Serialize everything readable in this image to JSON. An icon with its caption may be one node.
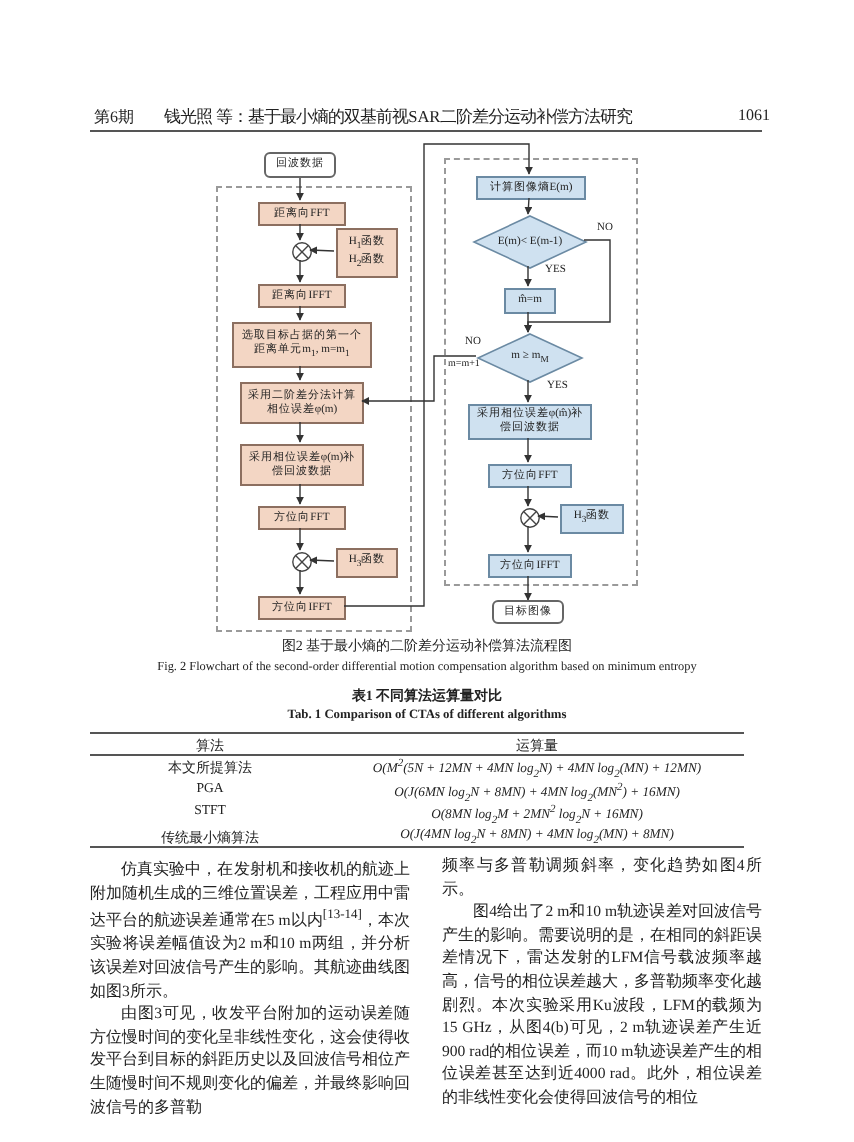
{
  "diagram": {
    "caption": "图2 基于最小熵的二阶差分运动补偿算法流程图",
    "nodes": [
      {
        "text": [
          "回波数据"
        ]
      },
      {
        "text": [],
        "shape": "box"
      },
      {
        "text": [
          "距离向FFT"
        ],
        "in": 1
      },
      {
        "text": [],
        "shape": "circle",
        "in": 1
      },
      {
        "text": [
          "H$_{1}$函数",
          "H$_{2}$函数"
        ],
        "in": 1
      },
      {
        "text": [
          "距离向IFFT"
        ],
        "in": 1
      },
      {
        "text": [
          "选取目标占据的第一个距离单元m$_{1}$, m=m$_{1}$"
        ],
        "in": 1
      },
      {
        "text": [
          "采用二阶差分法计算相位误差φ(m)"
        ],
        "in": 1
      },
      {
        "text": [
          "采用相位误差φ(m)补偿回波数据"
        ],
        "in": 1
      },
      {
        "text": [
          "方位向FFT"
        ],
        "in": 1
      },
      {
        "text": [],
        "shape": "circle",
        "in": 1
      },
      {
        "text": [
          "H$_{3}$函数"
        ],
        "in": 1
      },
      {
        "text": [
          "方位向IFFT"
        ],
        "in": 1
      },
      {
        "text": [],
        "shape": "box"
      },
      {
        "text": [
          "计算图像熵E(m)"
        ],
        "in": 13
      },
      {
        "text": [
          "E(m)< E(m-1)"
        ],
        "in": 13
      },
      {
        "text": [
          "m̂=m"
        ],
        "in": 13
      },
      {
        "text": [
          "m ≥ m$_{M}$"
        ],
        "in": 13
      },
      {
        "text": [
          "采用相位误差φ(m̂)补偿回波数据"
        ],
        "in": 13
      },
      {
        "text": [
          "方位向FFT"
        ],
        "in": 13
      },
      {
        "text": [],
        "shape": "circle",
        "in": 13
      },
      {
        "text": [
          "H$_{3}$函数"
        ],
        "in": 13
      },
      {
        "text": [
          "方位向IFFT"
        ],
        "in": 13
      },
      {
        "text": [
          "目标图像"
        ]
      }
    ],
    "edges": [
      {
        "from": 0,
        "to": 2,
        "arrow": "to"
      },
      {
        "from": 2,
        "to": 3,
        "arrow": "to"
      },
      {
        "from": 4,
        "to": 3,
        "arrow": "to"
      },
      {
        "from": 3,
        "to": 5,
        "arrow": "to"
      },
      {
        "from": 5,
        "to": 6,
        "arrow": "to"
      },
      {
        "from": 6,
        "to": 7,
        "arrow": "to"
      },
      {
        "from": 7,
        "to": 8,
        "arrow": "to"
      },
      {
        "from": 8,
        "to": 9,
        "arrow": "to"
      },
      {
        "from": 9,
        "to": 10,
        "arrow": "to"
      },
      {
        "from": 11,
        "to": 10,
        "arrow": "to"
      },
      {
        "from": 10,
        "to": 12,
        "arrow": "to"
      },
      {
        "from": 12,
        "to": 14,
        "arrow": "to"
      },
      {
        "from": 14,
        "to": 15,
        "arrow": "to"
      },
      {
        "from": 15,
        "to": 16,
        "arrow": "to",
        "label": "YES"
      },
      {
        "from": 15,
        "to": 17,
        "arrow": "to",
        "label": "NO"
      },
      {
        "from": 16,
        "to": 17,
        "arrow": "to"
      },
      {
        "from": 17,
        "to": 7,
        "arrow": "to",
        "label": "NO"
      },
      {
        "from": 17,
        "to": 18,
        "arrow": "to",
        "label": "YES"
      },
      {
        "from": 18,
        "to": 19,
        "arrow": "to"
      },
      {
        "from": 19,
        "to": 20,
        "arrow": "to"
      },
      {
        "from": 21,
        "to": 20,
        "arrow": "to"
      },
      {
        "from": 20,
        "to": 22,
        "arrow": "to"
      },
      {
        "from": 22,
        "to": 23,
        "arrow": "to"
      }
    ],
    "labels": [
      "第6期",
      "钱光照 等：基于最小熵的双基前视SAR二阶差分运动补偿方法研究",
      "1061",
      "m=m+1",
      "Fig. 2 Flowchart of the second-order differential motion compensation algorithm based on minimum entropy",
      "表1 不同算法运算量对比",
      "Tab. 1 Comparison of CTAs of different algorithms",
      "算法",
      "运算量",
      "本文所提算法",
      "O(M$^{2}$(5N + 12MN + 4MN log$_{2}$N) + 4MN log$_{2}$(MN) + 12MN)",
      "PGA",
      "O(J(6MN log$_{2}$N + 8MN) + 4MN log$_{2}$(MN$^{2}$) + 16MN)",
      "STFT",
      "O(8MN log$_{2}$M + 2MN$^{2}$ log$_{2}$N + 16MN)",
      "传统最小熵算法",
      "O(J(4MN log$_{2}$N + 8MN) + 4MN log$_{2}$(MN) + 8MN)",
      "仿真实验中，在发射机和接收机的航迹上附加随机生成的三维位置误差，工程应用中雷达平台的航迹误差通常在5 m以内$^{[13-14]}$，本次实验将误差幅值设为2 m和10 m两组，并分析该误差对回波信号产生的影响。其航迹曲线图如图3所示。",
      "由图3可见，收发平台附加的运动误差随方位慢时间的变化呈非线性变化，这会使得收发平台到目标的斜距历史以及回波信号相位产生随慢时间不规则变化的偏差，并最终影响回波信号的多普勒",
      "频率与多普勒调频斜率，变化趋势如图4所示。",
      "图4给出了2 m和10 m轨迹误差对回波信号产生的影响。需要说明的是，在相同的斜距误差情况下，雷达发射的LFM信号载波频率越高，信号的相位误差越大，多普勒频率变化越剧烈。本次实验采用Ku波段，LFM的载频为15 GHz，从图4(b)可见，2 m轨迹误差产生近900 rad的相位误差，而10 m轨迹误差产生的相位误差甚至达到近4000 rad。此外，相位误差的非线性变化会使得回波信号的相位"
    ]
  }
}
